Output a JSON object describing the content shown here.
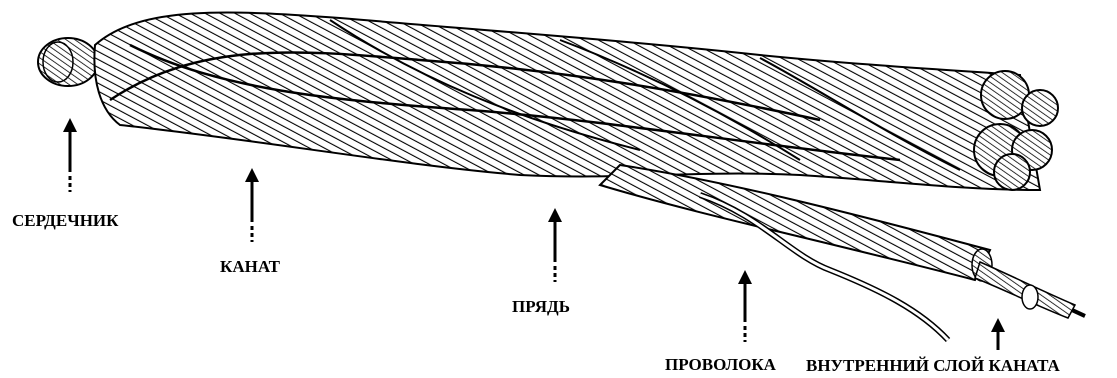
{
  "labels": {
    "core": "СЕРДЕЧНИК",
    "rope": "КАНАТ",
    "strand": "ПРЯДЬ",
    "wire": "ПРОВОЛОКА",
    "inner_layer": "ВНУТРЕННИЙ СЛОЙ КАНАТА"
  },
  "colors": {
    "ink": "#000000",
    "background": "#ffffff"
  }
}
